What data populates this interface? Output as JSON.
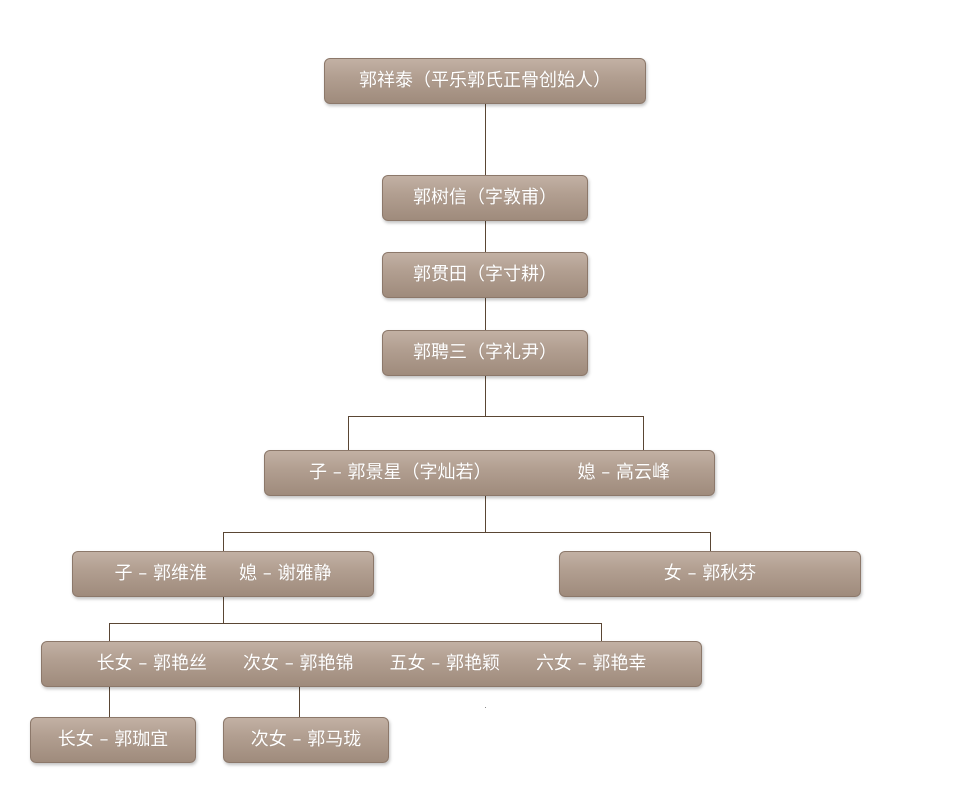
{
  "nodes": {
    "founder": "郭祥泰（平乐郭氏正骨创始人）",
    "gen2": "郭树信（字敦甫）",
    "gen3": "郭贯田（字寸耕）",
    "gen4": "郭聘三（字礼尹）",
    "gen5_son": "子 – 郭景星（字灿若）",
    "gen5_wife": "媳 – 高云峰",
    "gen6_son": "子 – 郭维淮",
    "gen6_wife": "媳 – 谢雅静",
    "gen6_daughter": "女 – 郭秋芬",
    "gen7_d1": "长女 – 郭艳丝",
    "gen7_d2": "次女 – 郭艳锦",
    "gen7_d5": "五女 – 郭艳颖",
    "gen7_d6": "六女 – 郭艳幸",
    "gen8_d1": "长女 – 郭珈宜",
    "gen8_d2": "次女 – 郭马珑"
  },
  "colors": {
    "node_fill": "#b29f91",
    "node_border": "#8c786a",
    "connector": "#5a4634",
    "text": "#ffffff"
  }
}
